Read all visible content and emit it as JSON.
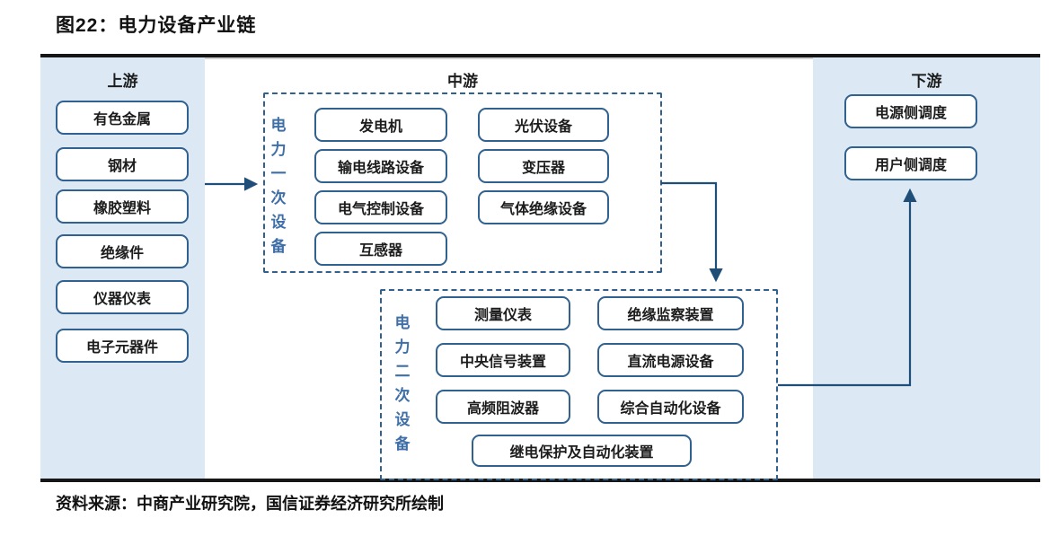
{
  "title": "图22：电力设备产业链",
  "source": "资料来源：中商产业研究院，国信证券经济研究所绘制",
  "colors": {
    "panel_bg": "#dce9f5",
    "box_border": "#30618f",
    "group_label": "#3f6fa6",
    "arrow": "#1f4e79",
    "rule": "#161616"
  },
  "upstream": {
    "header": "上游",
    "items": [
      "有色金属",
      "钢材",
      "橡胶塑料",
      "绝缘件",
      "仪器仪表",
      "电子元器件"
    ]
  },
  "midstream": {
    "header": "中游",
    "primary": {
      "label": "电力一次设备",
      "items_left": [
        "发电机",
        "输电线路设备",
        "电气控制设备",
        "互感器"
      ],
      "items_right": [
        "光伏设备",
        "变压器",
        "气体绝缘设备"
      ]
    },
    "secondary": {
      "label": "电力二次设备",
      "items_left": [
        "测量仪表",
        "中央信号装置",
        "高频阻波器"
      ],
      "items_right": [
        "绝缘监察装置",
        "直流电源设备",
        "综合自动化设备"
      ],
      "item_bottom": "继电保护及自动化装置"
    }
  },
  "downstream": {
    "header": "下游",
    "items": [
      "电源侧调度",
      "用户侧调度"
    ]
  }
}
